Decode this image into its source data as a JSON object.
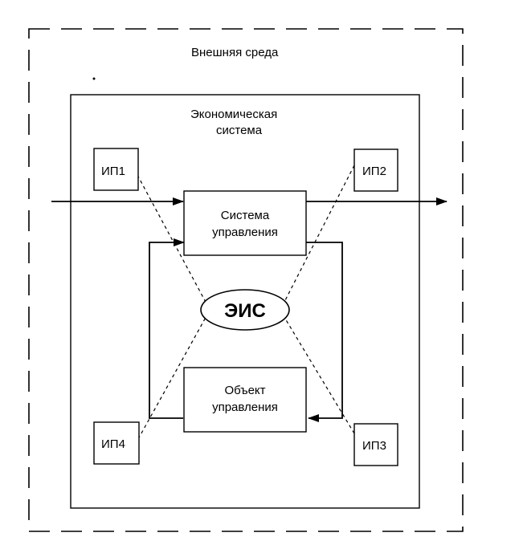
{
  "diagram": {
    "environment_label": "Внешняя среда",
    "system_label_line1": "Экономическая",
    "system_label_line2": "система",
    "control_system_line1": "Система",
    "control_system_line2": "управления",
    "controlled_object_line1": "Объект",
    "controlled_object_line2": "управления",
    "eis_label": "ЭИС",
    "ip1": "ИП1",
    "ip2": "ИП2",
    "ip3": "ИП3",
    "ip4": "ИП4"
  }
}
